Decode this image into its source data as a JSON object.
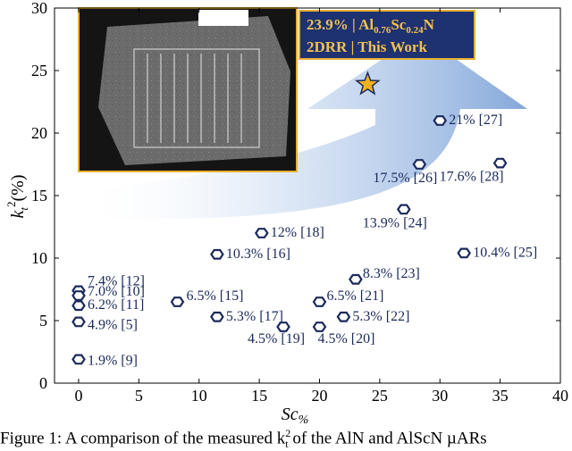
{
  "chart_data": {
    "type": "scatter",
    "xlabel": "Sc",
    "xlabel_sub": "%",
    "ylabel": "k",
    "ylabel_sup": "2",
    "ylabel_sub": "t",
    "ylabel_unit": "(%)",
    "xlim": [
      -2,
      40
    ],
    "ylim": [
      0,
      30
    ],
    "xticks": [
      0,
      5,
      10,
      15,
      20,
      25,
      30,
      35,
      40
    ],
    "yticks": [
      0,
      5,
      10,
      15,
      20,
      25,
      30
    ],
    "grid": false,
    "marker_color": "#1b2a5c",
    "marker_fill": "#ffffff",
    "arrow_color": "#7ea3d8",
    "box_fill": "#1e3170",
    "box_text_color": "#f2c14e",
    "star_fill": "#f2b01e",
    "points": [
      {
        "x": 0,
        "y": 7.4,
        "label": "7.4% [12]"
      },
      {
        "x": 0,
        "y": 7.0,
        "label": "7.0% [10]"
      },
      {
        "x": 0,
        "y": 6.2,
        "label": "6.2% [11]"
      },
      {
        "x": 0,
        "y": 4.9,
        "label": "4.9% [5]"
      },
      {
        "x": 0,
        "y": 1.9,
        "label": "1.9% [9]"
      },
      {
        "x": 8.2,
        "y": 6.5,
        "label": "6.5% [15]"
      },
      {
        "x": 11.5,
        "y": 10.3,
        "label": "10.3% [16]"
      },
      {
        "x": 11.5,
        "y": 5.3,
        "label": "5.3% [17]"
      },
      {
        "x": 15.2,
        "y": 12.0,
        "label": "12% [18]"
      },
      {
        "x": 17.0,
        "y": 4.5,
        "label": "4.5% [19]"
      },
      {
        "x": 20.0,
        "y": 4.5,
        "label": "4.5% [20]"
      },
      {
        "x": 20.0,
        "y": 6.5,
        "label": "6.5% [21]"
      },
      {
        "x": 22.0,
        "y": 5.3,
        "label": "5.3% [22]"
      },
      {
        "x": 23.0,
        "y": 8.3,
        "label": "8.3% [23]"
      },
      {
        "x": 27.0,
        "y": 13.9,
        "label": "13.9% [24]"
      },
      {
        "x": 32.0,
        "y": 10.4,
        "label": "10.4% [25]"
      },
      {
        "x": 28.3,
        "y": 17.5,
        "label": "17.5% [26]"
      },
      {
        "x": 30.0,
        "y": 21.0,
        "label": "21% [27]"
      },
      {
        "x": 35.0,
        "y": 17.6,
        "label": "17.6% [28]"
      }
    ],
    "this_work": {
      "x": 24,
      "y": 23.9
    },
    "annotation": {
      "line1_pct": "23.9%",
      "line1_sep": " | ",
      "line1_formula_al": "Al",
      "line1_formula_al_sub": "0.76",
      "line1_formula_sc": "Sc",
      "line1_formula_sc_sub": "0.24",
      "line1_formula_n": "N",
      "line2": "2DRR | This Work"
    }
  },
  "caption": "Figure 1: A comparison of the measured k",
  "caption_sup": "2",
  "caption_sub": "t",
  "caption_tail": " of the AlN and AlScN µARs"
}
